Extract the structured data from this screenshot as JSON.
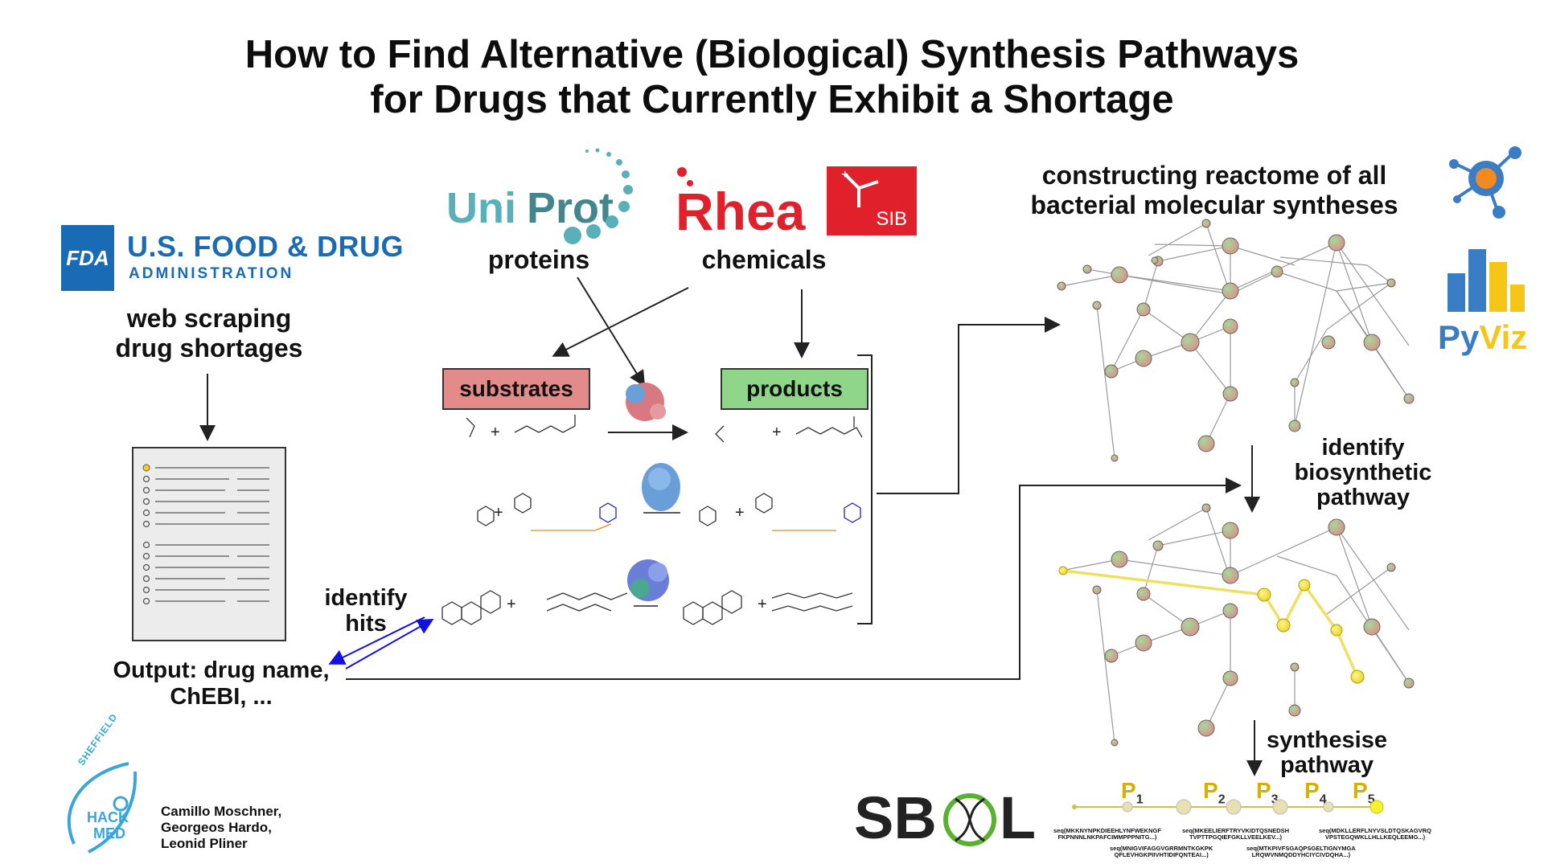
{
  "title": {
    "line1": "How to Find Alternative (Biological) Synthesis Pathways",
    "line2": "for Drugs that Currently Exhibit a Shortage"
  },
  "fda": {
    "mark": "FDA",
    "name_line1": "U.S. FOOD & DRUG",
    "name_line2": "ADMINISTRATION",
    "color": "#1a6bb5"
  },
  "steps": {
    "web_scraping_line1": "web scraping",
    "web_scraping_line2": "drug shortages",
    "output_line1": "Output: drug name,",
    "output_line2": "ChEBI, ...",
    "identify_hits_line1": "identify",
    "identify_hits_line2": "hits",
    "proteins": "proteins",
    "chemicals": "chemicals",
    "reactome_line1": "constructing reactome of all",
    "reactome_line2": "bacterial molecular syntheses",
    "identify_path_line1": "identify",
    "identify_path_line2": "biosynthetic",
    "identify_path_line3": "pathway",
    "synthesise_line1": "synthesise",
    "synthesise_line2": "pathway"
  },
  "uniprot": {
    "uni": "Uni",
    "prot": "Prot",
    "color": "#5ab0b8"
  },
  "rhea": {
    "text": "Rhea",
    "sib": "SIB",
    "color": "#e0202a"
  },
  "boxes": {
    "substrates": "substrates",
    "products": "products",
    "substrates_color": "#e38a8a",
    "products_color": "#8fd68a"
  },
  "pyviz": {
    "py": "Py",
    "viz": "Viz",
    "blue": "#3a7dc4",
    "yellow": "#f5c518"
  },
  "sbol": {
    "left": "SB",
    "right": "L"
  },
  "pathway_parts": [
    {
      "label": "P",
      "sub": "1"
    },
    {
      "label": "P",
      "sub": "2"
    },
    {
      "label": "P",
      "sub": "3"
    },
    {
      "label": "P",
      "sub": "4"
    },
    {
      "label": "P",
      "sub": "5"
    }
  ],
  "sequences": [
    "seq(MKKNYNPKDIEEHLYNFWEKNGF",
    "FKPNNNLNKPAFCIMMPPPNITG...)",
    "seq(MKEELIERFTRYVKIDTQSNEDSH",
    "TVPTTPGQIEFGKLLVEELKEV...)",
    "seq(MDKLLERFLNYVSLDTQSKAGVRQ",
    "VPSTEGQWKLLHLLKEQLEEMG...)",
    "seq(MNIGVIFAGGVGRRMNTKGKPK",
    "QFLEVHGKPIIVHTIDIFQNTEAI...)",
    "seq(MTKPIVFSGAQPSGELTIGNYMGA",
    "LRQWVNMQDDYHCIYCIVDQHA...)"
  ],
  "hackmed": {
    "sheffield": "SHEFFIELD",
    "hack": "HACK",
    "med": "MED",
    "color": "#3aa5d8"
  },
  "authors": {
    "line1": "Camillo Moschner,",
    "line2": "Georgeos Hardo,",
    "line3": "Leonid Pliner"
  }
}
